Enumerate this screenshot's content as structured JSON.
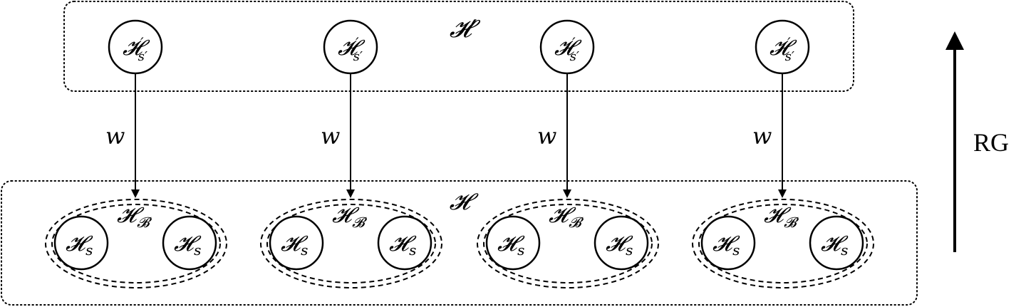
{
  "upper_space": {
    "label": "𝓗′",
    "node_label": {
      "main": "𝓗",
      "prime": "′",
      "sub": "s′"
    }
  },
  "lower_space": {
    "label": "𝓗",
    "block_label": {
      "main": "𝓗",
      "sub": "𝓑"
    },
    "site_label": {
      "main": "𝓗",
      "sub": "s"
    }
  },
  "map_label": "w",
  "flow": {
    "label": "RG",
    "direction": "up"
  },
  "columns": [
    {
      "id": 1
    },
    {
      "id": 2
    },
    {
      "id": 3
    },
    {
      "id": 4
    }
  ]
}
